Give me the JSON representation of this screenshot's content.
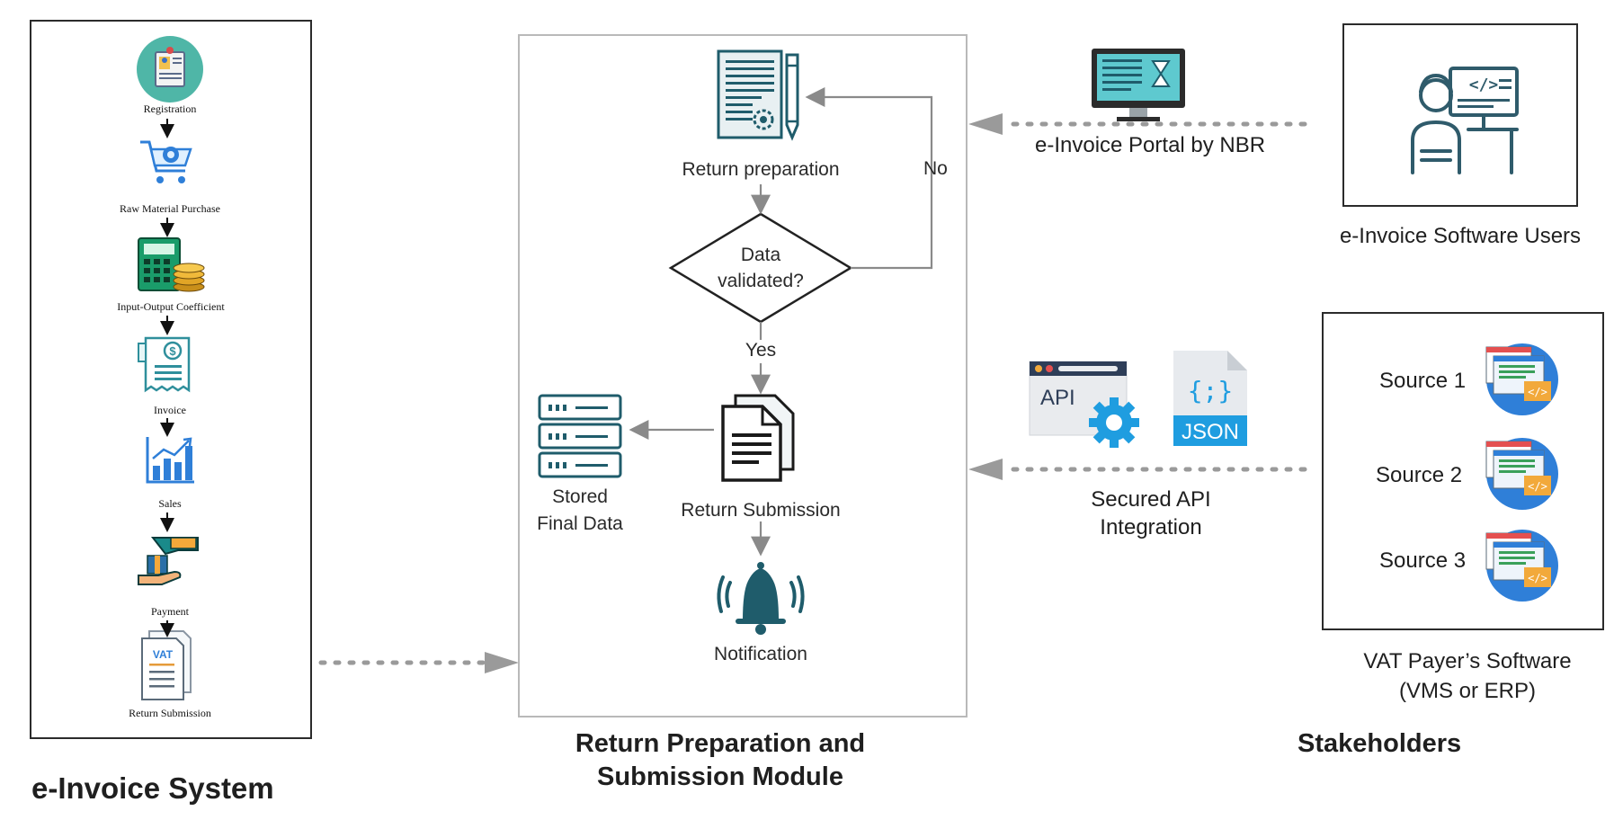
{
  "left_panel": {
    "title": "e-Invoice System",
    "steps": [
      {
        "label": "Registration",
        "icon": "registration-icon"
      },
      {
        "label": "Raw Material Purchase",
        "icon": "cart-icon"
      },
      {
        "label": "Input-Output Coefficient",
        "icon": "calculator-coins-icon"
      },
      {
        "label": "Invoice",
        "icon": "invoice-receipt-icon"
      },
      {
        "label": "Sales",
        "icon": "sales-chart-icon"
      },
      {
        "label": "Payment",
        "icon": "payment-hands-icon"
      },
      {
        "label": "Return Submission",
        "icon": "vat-document-icon"
      }
    ]
  },
  "middle_panel": {
    "title_line1": "Return Preparation and",
    "title_line2": "Submission Module",
    "return_preparation": "Return preparation",
    "decision_line1": "Data",
    "decision_line2": "validated?",
    "no_label": "No",
    "yes_label": "Yes",
    "return_submission": "Return Submission",
    "stored_line1": "Stored",
    "stored_line2": "Final Data",
    "notification": "Notification"
  },
  "portal": {
    "label": "e-Invoice Portal by NBR"
  },
  "api": {
    "api_text": "API",
    "json_text": "JSON",
    "json_symbol": "{;}",
    "label_line1": "Secured API",
    "label_line2": "Integration"
  },
  "stakeholders": {
    "title": "Stakeholders",
    "users_label": "e-Invoice Software Users",
    "sources": [
      "Source 1",
      "Source 2",
      "Source 3"
    ],
    "software_line1": "VAT Payer’s Software",
    "software_line2": "(VMS or ERP)"
  },
  "colors": {
    "teal_dark": "#1f5c6b",
    "teal": "#3aa0a8",
    "blue": "#2f7fd8",
    "dotted": "#9a9a9a",
    "arrow": "#8a8a8a"
  }
}
